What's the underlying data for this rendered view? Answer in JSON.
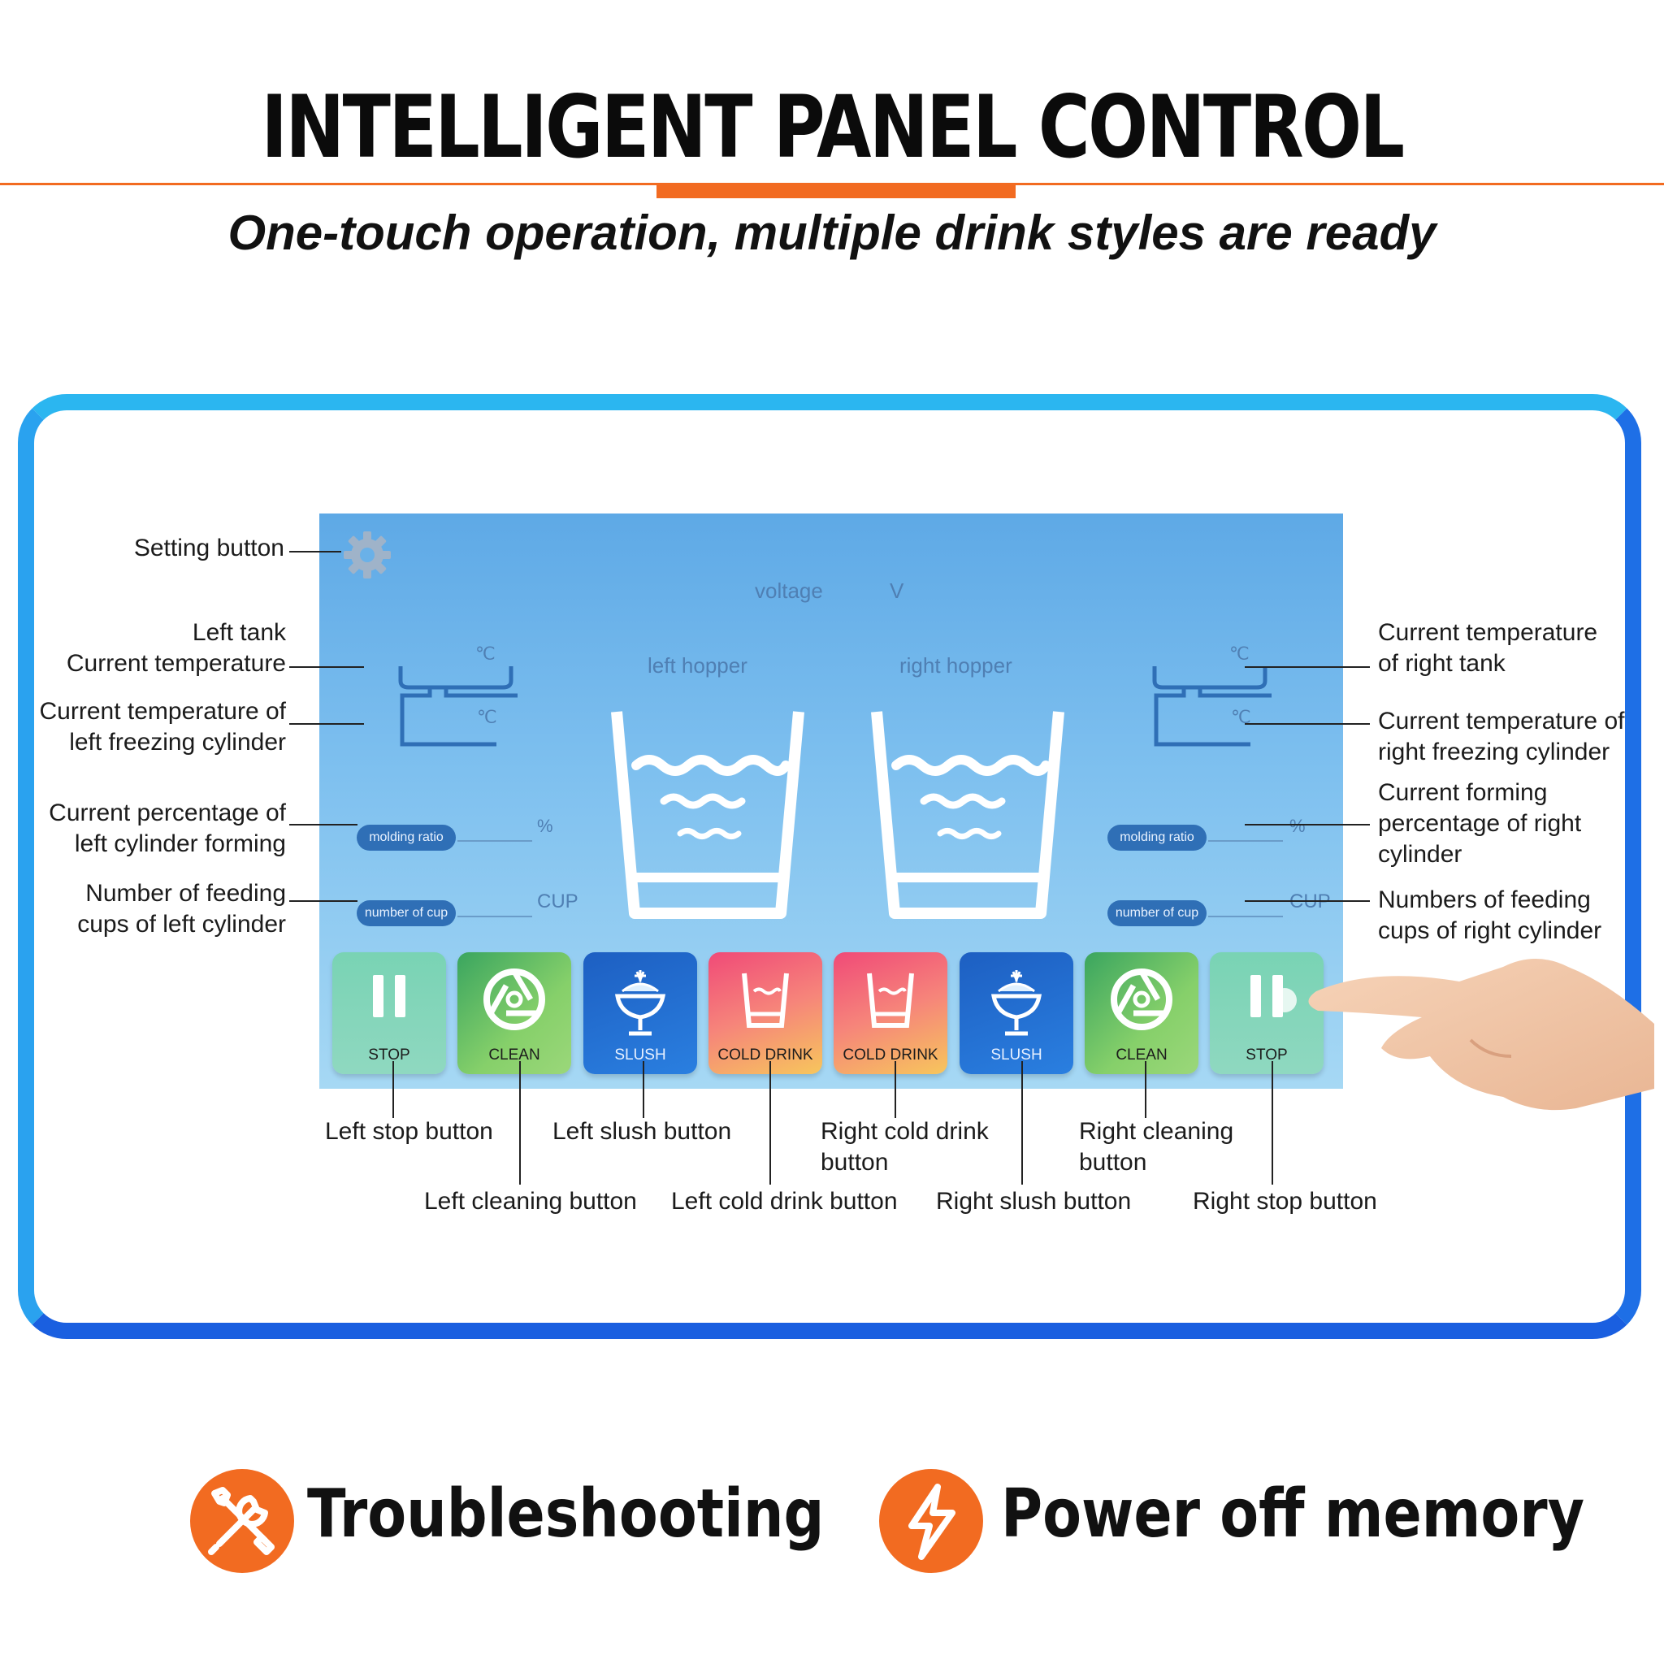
{
  "header": {
    "title": "INTELLIGENT PANEL CONTROL",
    "subtitle": "One-touch operation, multiple drink styles are ready"
  },
  "screen": {
    "voltage_label": "voltage",
    "voltage_unit": "V",
    "left_hopper": "left hopper",
    "right_hopper": "right hopper",
    "temp_unit": "℃",
    "percent_unit": "%",
    "cup_unit": "CUP",
    "molding_ratio": "molding ratio",
    "number_of_cup": "number of cup",
    "buttons": [
      "STOP",
      "CLEAN",
      "SLUSH",
      "COLD DRINK",
      "COLD DRINK",
      "SLUSH",
      "CLEAN",
      "STOP"
    ]
  },
  "annotations": {
    "setting_button": "Setting button",
    "left_tank_line1": "Left tank",
    "left_tank_line2": "Current temperature",
    "left_freeze_line1": "Current temperature of",
    "left_freeze_line2": "left freezing cylinder",
    "left_percent_line1": "Current percentage of",
    "left_percent_line2": "left cylinder forming",
    "left_cups_line1": "Number of feeding",
    "left_cups_line2": "cups of left cylinder",
    "right_tank_line1": "Current temperature",
    "right_tank_line2": "of right tank",
    "right_freeze_line1": "Current temperature of",
    "right_freeze_line2": "right freezing cylinder",
    "right_forming_line1": "Current forming",
    "right_forming_line2": "percentage of right",
    "right_forming_line3": "cylinder",
    "right_cups_line1": "Numbers of feeding",
    "right_cups_line2": "cups of right cylinder",
    "left_stop": "Left stop button",
    "left_slush": "Left slush button",
    "right_cold_line1": "Right cold drink",
    "right_cold_line2": "button",
    "right_clean_line1": "Right cleaning",
    "right_clean_line2": "button",
    "left_clean": "Left cleaning button",
    "left_cold": "Left cold drink button",
    "right_slush": "Right slush button",
    "right_stop": "Right stop button"
  },
  "features": {
    "troubleshooting": "Troubleshooting",
    "power_off_memory": "Power off memory"
  },
  "icons": {
    "gear": "gear-icon",
    "tools": "tools-icon",
    "power": "lightning-icon"
  },
  "colors": {
    "accent_orange": "#f26b21",
    "frame_blue": "#1f8ff0"
  }
}
